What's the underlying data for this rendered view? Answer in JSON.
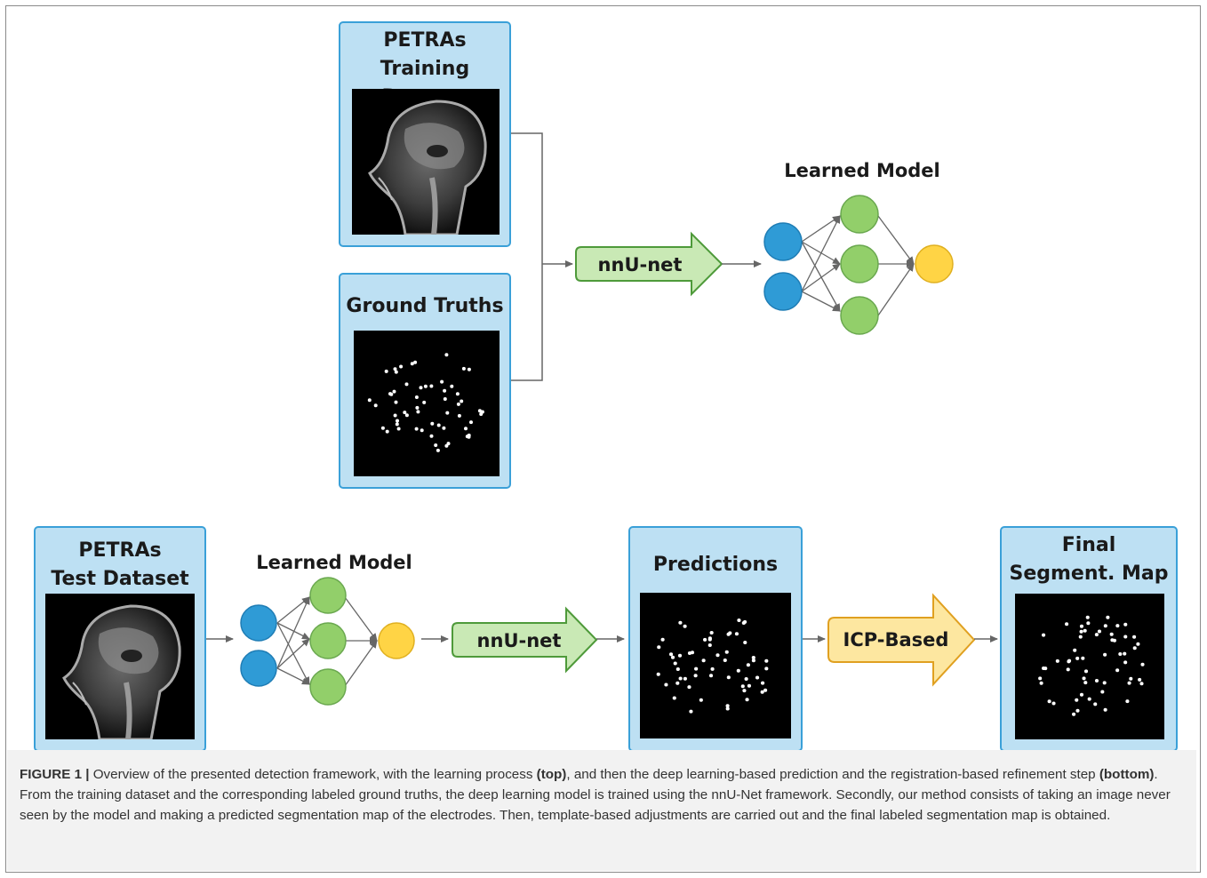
{
  "top": {
    "training_box_title": "PETRAs\nTraining Dataset",
    "ground_truths_title": "Ground Truths",
    "arrow_label": "nnU-net",
    "model_title": "Learned Model"
  },
  "bottom": {
    "test_box_title": "PETRAs\nTest Dataset",
    "model_title": "Learned Model",
    "arrow_label": "nnU-net",
    "predictions_title": "Predictions",
    "icp_label": "ICP-Based",
    "final_title": "Final\nSegment. Map"
  },
  "colors": {
    "box_fill": "#bde0f3",
    "box_border": "#3aa0d8",
    "green_arrow": "#c9e9b5",
    "orange_arrow": "#fde7a0",
    "blue_node": "#2f9bd6",
    "green_node": "#92cf6a",
    "yellow_node": "#ffd445"
  },
  "caption": {
    "figure_label": "FIGURE 1 |",
    "text_1": " Overview of the presented detection framework, with the learning process ",
    "bold_1": "(top)",
    "text_2": ", and then the deep learning-based prediction and the registration-based refinement step ",
    "bold_2": "(bottom)",
    "text_3": ". From the training dataset and the corresponding labeled ground truths, the deep learning model is trained using the nnU-Net framework. Secondly, our method consists of taking an image never seen by the model and making a predicted segmentation map of the electrodes. Then, template-based adjustments are carried out and the final labeled segmentation map is obtained."
  }
}
